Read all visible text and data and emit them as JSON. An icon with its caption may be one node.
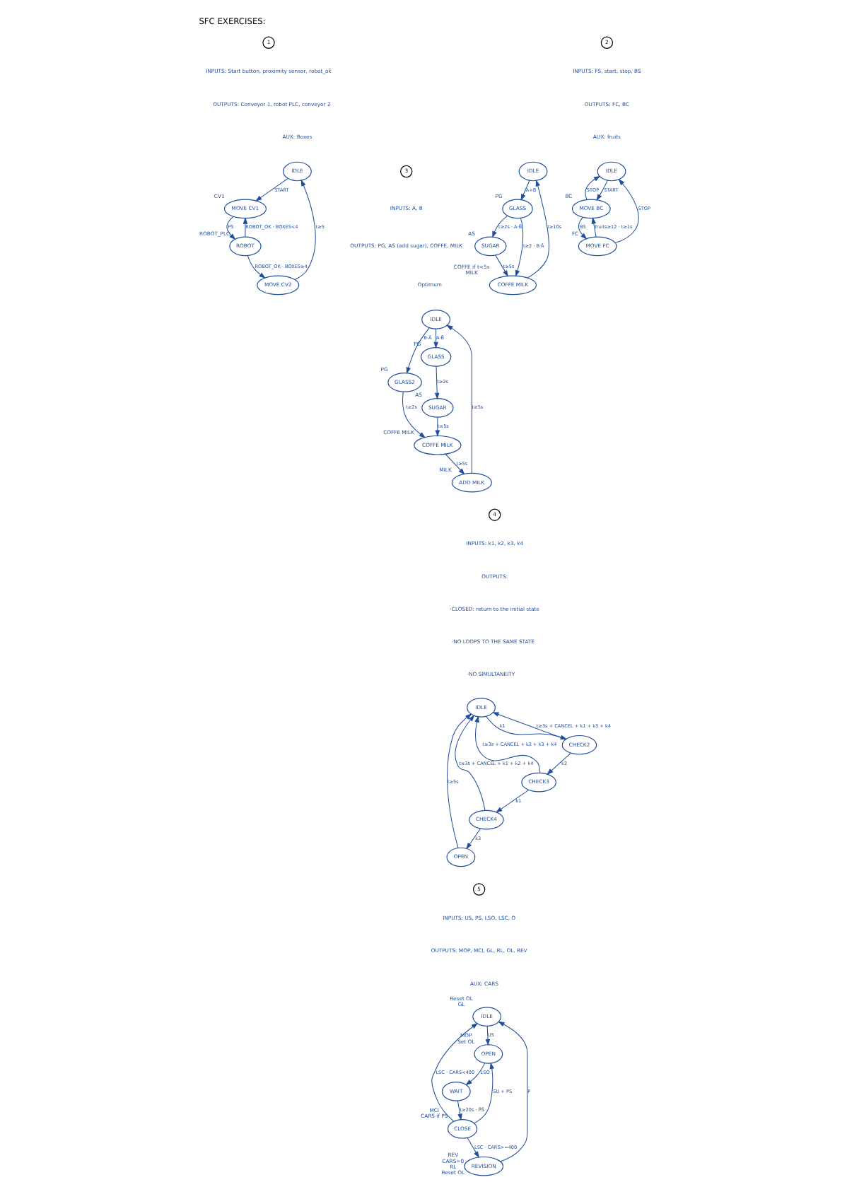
{
  "diagram": {
    "title": "SFC EXERCISES:",
    "nodes": [
      {
        "text": [
          "1"
        ]
      },
      {
        "text": [
          "IDLE"
        ]
      },
      {
        "text": [
          "MOVE CV1"
        ],
        "beside": [
          "CV1"
        ]
      },
      {
        "text": [
          "ROBOT"
        ],
        "beside": [
          "ROBOT_PLC"
        ]
      },
      {
        "text": [
          "MOVE CV2"
        ]
      },
      {
        "text": [
          "2"
        ]
      },
      {
        "text": [
          "IDLE"
        ]
      },
      {
        "text": [
          "MOVE BC"
        ],
        "beside": [
          "BC"
        ]
      },
      {
        "text": [
          "MOVE FC"
        ],
        "beside": [
          "FC"
        ]
      },
      {
        "text": [
          "3"
        ]
      },
      {
        "text": [
          "IDLE"
        ]
      },
      {
        "text": [
          "GLASS"
        ],
        "beside": [
          "PG"
        ]
      },
      {
        "text": [
          "GLASS2"
        ],
        "beside": [
          "PG"
        ]
      },
      {
        "text": [
          "SUGAR"
        ],
        "beside": [
          "AS"
        ]
      },
      {
        "text": [
          "COFFE MILK"
        ],
        "beside": [
          "COFFE MILK"
        ]
      },
      {
        "text": [
          "ADD MILK"
        ],
        "beside": [
          "MILK"
        ]
      },
      {
        "text": [
          "IDLE"
        ]
      },
      {
        "text": [
          "GLASS"
        ],
        "beside": [
          "PG"
        ]
      },
      {
        "text": [
          "SUGAR"
        ],
        "beside": [
          "AS"
        ]
      },
      {
        "text": [
          "COFFE MILK"
        ],
        "beside": [
          "COFFE if t<5s",
          "MILK"
        ]
      },
      {
        "text": [
          "4"
        ]
      },
      {
        "text": [
          "IDLE"
        ]
      },
      {
        "text": [
          "CHECK2"
        ]
      },
      {
        "text": [
          "CHECK3"
        ]
      },
      {
        "text": [
          "CHECK4"
        ]
      },
      {
        "text": [
          "OPEN"
        ]
      },
      {
        "text": [
          "5"
        ]
      },
      {
        "text": [
          "IDLE"
        ],
        "beside": [
          "Reset OL",
          "GL"
        ]
      },
      {
        "text": [
          "OPEN"
        ],
        "beside": [
          "MOP",
          "Set OL"
        ]
      },
      {
        "text": [
          "WAIT"
        ]
      },
      {
        "text": [
          "CLOSE"
        ],
        "beside": [
          "MCI",
          "CARS if PS"
        ]
      },
      {
        "text": [
          "REVISION"
        ],
        "beside": [
          "REV",
          "CARS=0",
          "RL",
          "Reset OL"
        ]
      }
    ],
    "edges": [
      {
        "from": 1,
        "to": 2,
        "arrow": "to",
        "label": "START"
      },
      {
        "from": 2,
        "to": 3,
        "arrow": "to",
        "label": "PS"
      },
      {
        "from": 3,
        "to": 2,
        "arrow": "to",
        "label": "ROBOT_OK · BOXES<4"
      },
      {
        "from": 3,
        "to": 4,
        "arrow": "to",
        "label": "ROBOT_OK · BOXES≥4"
      },
      {
        "from": 4,
        "to": 1,
        "arrow": "to",
        "label": "t≥5"
      },
      {
        "from": 6,
        "to": 7,
        "arrow": "to",
        "label": "START"
      },
      {
        "from": 7,
        "to": 6,
        "arrow": "to",
        "label": "STOP"
      },
      {
        "from": 7,
        "to": 8,
        "arrow": "to",
        "label": "BS"
      },
      {
        "from": 8,
        "to": 6,
        "arrow": "to",
        "label": "STOP"
      },
      {
        "from": 8,
        "to": 7,
        "arrow": "to",
        "label": "fruits≥12 · t≥1s"
      },
      {
        "from": 10,
        "to": 11,
        "arrow": "to",
        "label": "A·B̄"
      },
      {
        "from": 10,
        "to": 12,
        "arrow": "to",
        "label": "B·Ā"
      },
      {
        "from": 11,
        "to": 13,
        "arrow": "to",
        "label": "t≥2s"
      },
      {
        "from": 12,
        "to": 14,
        "arrow": "to",
        "label": "t≥2s"
      },
      {
        "from": 13,
        "to": 14,
        "arrow": "to",
        "label": "t≥5s"
      },
      {
        "from": 14,
        "to": 15,
        "arrow": "to",
        "label": "t≥5s"
      },
      {
        "from": 15,
        "to": 10,
        "arrow": "to",
        "label": "t≥5s"
      },
      {
        "from": 16,
        "to": 17,
        "arrow": "to",
        "label": "A+B"
      },
      {
        "from": 17,
        "to": 18,
        "arrow": "to",
        "label": "t≥2s · A·B̄"
      },
      {
        "from": 17,
        "to": 19,
        "arrow": "to",
        "label": "t≥2 · B·Ā"
      },
      {
        "from": 18,
        "to": 19,
        "arrow": "to",
        "label": "t≥5s"
      },
      {
        "from": 19,
        "to": 16,
        "arrow": "to",
        "label": "t≥10s"
      },
      {
        "from": 21,
        "to": 22,
        "arrow": "to",
        "label": "k1"
      },
      {
        "from": 22,
        "to": 21,
        "arrow": "to",
        "label": "t≥3s + CANCEL + k1 + k3 + k4"
      },
      {
        "from": 22,
        "to": 23,
        "arrow": "to",
        "label": "k2"
      },
      {
        "from": 23,
        "to": 21,
        "arrow": "to",
        "label": "t≥3s + CANCEL + k2 + k3 + k4"
      },
      {
        "from": 23,
        "to": 24,
        "arrow": "to",
        "label": "k1"
      },
      {
        "from": 24,
        "to": 21,
        "arrow": "to",
        "label": "t≥3s + CANCEL + k1 + k2 + k4"
      },
      {
        "from": 24,
        "to": 25,
        "arrow": "to",
        "label": "k3"
      },
      {
        "from": 25,
        "to": 21,
        "arrow": "to",
        "label": "t≥5s"
      },
      {
        "from": 27,
        "to": 28,
        "arrow": "to",
        "label": "US"
      },
      {
        "from": 28,
        "to": 29,
        "arrow": "to",
        "label": "LSO"
      },
      {
        "from": 29,
        "to": 30,
        "arrow": "to",
        "label": "t≥20s · P̄S̄"
      },
      {
        "from": 30,
        "to": 28,
        "arrow": "to",
        "label": "SU + PS"
      },
      {
        "from": 30,
        "to": 31,
        "arrow": "to",
        "label": "LSC · CARS>=400"
      },
      {
        "from": 30,
        "to": 27,
        "arrow": "to",
        "label": "LSC · CARS<400"
      },
      {
        "from": 31,
        "to": 27,
        "arrow": "to",
        "label": "P"
      }
    ],
    "labels": [
      "INPUTS: Start button, proximity sensor, robot_ok",
      "OUTPUTS: Conveyor 1, robot PLC, conveyor 2",
      "AUX: Boxes",
      "INPUTS: FS, start, stop, BS",
      "OUTPUTS: FC, BC",
      "AUX: fruits",
      "INPUTS: A, B",
      "OUTPUTS: PG, AS (add sugar), COFFE, MILK",
      "Optimum",
      "INPUTS: k1, k2, k3, k4",
      "OUTPUTS:",
      "·CLOSED: return to the initial state",
      "·NO LOOPS TO THE SAME STATE",
      "·NO SIMULTANEITY",
      "INPUTS: US, PS, LSO, LSC, O",
      "OUTPUTS: MOP, MCI, GL, RL, OL, REV",
      "AUX: CARS"
    ]
  }
}
